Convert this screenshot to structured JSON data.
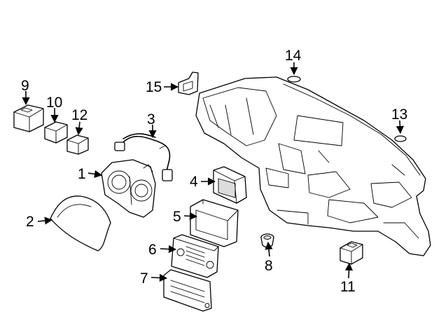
{
  "callouts": [
    {
      "key": "c1",
      "label": "1"
    },
    {
      "key": "c2",
      "label": "2"
    },
    {
      "key": "c3",
      "label": "3"
    },
    {
      "key": "c4",
      "label": "4"
    },
    {
      "key": "c5",
      "label": "5"
    },
    {
      "key": "c6",
      "label": "6"
    },
    {
      "key": "c7",
      "label": "7"
    },
    {
      "key": "c8",
      "label": "8"
    },
    {
      "key": "c9",
      "label": "9"
    },
    {
      "key": "c10",
      "label": "10"
    },
    {
      "key": "c11",
      "label": "11"
    },
    {
      "key": "c12",
      "label": "12"
    },
    {
      "key": "c13",
      "label": "13"
    },
    {
      "key": "c14",
      "label": "14"
    },
    {
      "key": "c15",
      "label": "15"
    }
  ]
}
